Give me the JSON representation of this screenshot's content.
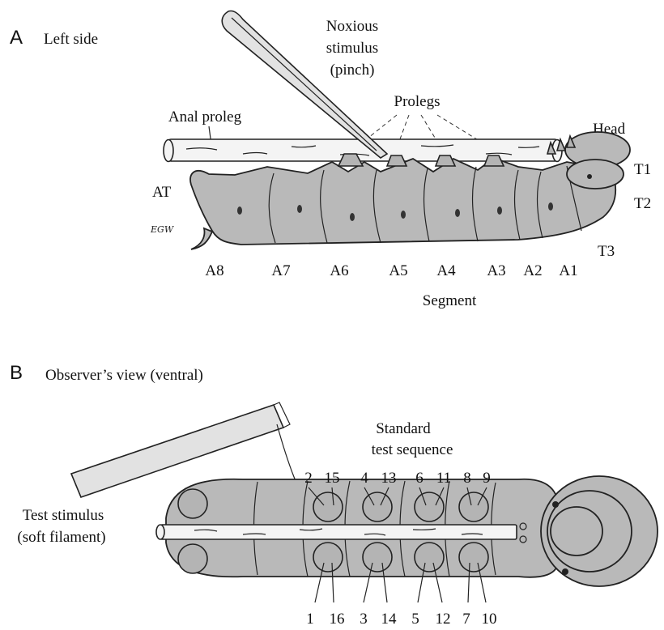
{
  "panel_a": {
    "letter": "A",
    "title": "Left side",
    "stimulus_label": [
      "Noxious",
      "stimulus",
      "(pinch)"
    ],
    "prolegs_label": "Prolegs",
    "anal_proleg_label": "Anal proleg",
    "head_label": "Head",
    "thorax_labels": [
      "T1",
      "T2",
      "T3"
    ],
    "at_label": "AT",
    "signature": "EGW",
    "segment_labels": [
      "A8",
      "A7",
      "A6",
      "A5",
      "A4",
      "A3",
      "A2",
      "A1"
    ],
    "segment_caption": "Segment"
  },
  "panel_b": {
    "letter": "B",
    "title": "Observer’s view (ventral)",
    "sequence_label": [
      "Standard",
      "test sequence"
    ],
    "stimulus_label": [
      "Test stimulus",
      "(soft filament)"
    ],
    "top_numbers": [
      "2",
      "15",
      "4",
      "13",
      "6",
      "11",
      "8",
      "9"
    ],
    "bottom_numbers": [
      "1",
      "16",
      "3",
      "14",
      "5",
      "12",
      "7",
      "10"
    ]
  }
}
